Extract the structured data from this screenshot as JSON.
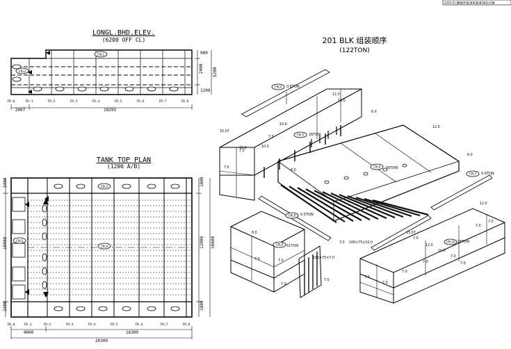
{
  "corner_stamp": "2020.01.整理|作者|审核|批准|签名|日期",
  "longl": {
    "title": "LONGL.BHD.ELEV.",
    "subtitle": "(6200 OFF CL)",
    "frames": [
      "FR.0",
      "FR.1",
      "FR.2",
      "FR.3",
      "FR.4",
      "FR.5",
      "FR.6",
      "FR.7",
      "FR.8"
    ],
    "dim_bottom_left": "2007",
    "dim_bottom_main": "18293",
    "dim_right": [
      "900",
      "2400",
      "1200",
      "5200"
    ],
    "marks": [
      "CRL1",
      "CRL2"
    ]
  },
  "tank": {
    "title": "TANK TOP PLAN",
    "subtitle": "(1200 A/B)",
    "frames": [
      "FR.0",
      "FR.1",
      "FR.2",
      "FR.3",
      "FR.4",
      "FR.5",
      "FR.6",
      "FR.7",
      "FR.8"
    ],
    "dim_bottom_a": "4000",
    "dim_bottom_b": "16300",
    "dim_bottom_total": "20300",
    "dim_left": [
      "2400",
      "10400",
      "2400"
    ],
    "dim_right": [
      "1800",
      "12000",
      "1800",
      "16600"
    ],
    "marks": [
      "CRL3",
      "CRL4",
      "CRL5"
    ]
  },
  "iso": {
    "title": "201 BLK 组装顺序",
    "subtitle": "(122TON)",
    "labels": {
      "wt1": "0.6TON",
      "wt2": "26TON",
      "wt3": "56TON",
      "wt4": "0.6TON",
      "wt5": "0.5TON",
      "wt6": "51TON",
      "wt7": "26TON",
      "c1": "CRL4",
      "c2": "CRL5",
      "c3": "CRL6",
      "c4": "CRL7",
      "c5": "CRL8",
      "c6": "CRL9",
      "c7": "CRL10",
      "th": [
        "12.0",
        "10.0",
        "6.0",
        "10.0",
        "7.0",
        "10.0",
        "15.07",
        "7.0",
        "7.0",
        "12.0",
        "6.0",
        "8.0",
        "12.0",
        "7.0",
        "100×75×10.0",
        "10.0",
        "15.07",
        "7.0",
        "12.0",
        "10.0",
        "7.0",
        "7.0",
        "7.0",
        "8.0",
        "7.0",
        "7.0",
        "7.0",
        "100×75×7.0",
        "7.0",
        "7.0",
        "7.0",
        "7.0",
        "7.0",
        "7.0"
      ]
    }
  }
}
